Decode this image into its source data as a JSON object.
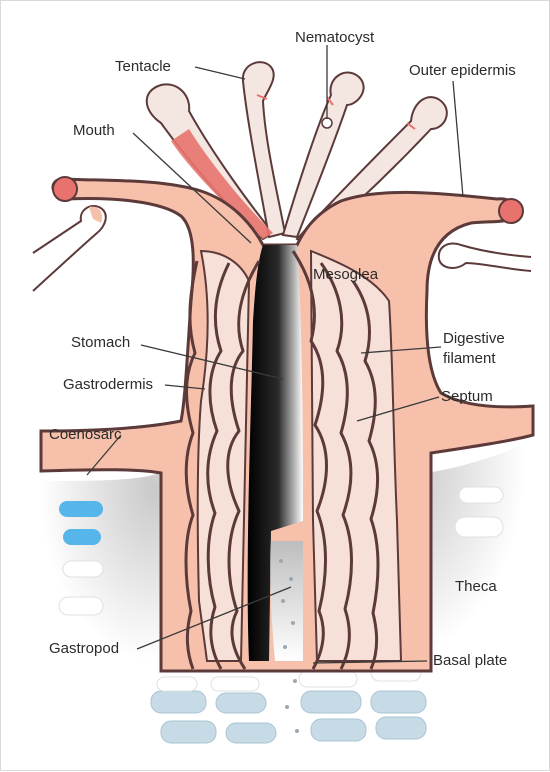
{
  "labels": {
    "tentacle": "Tentacle",
    "nematocyst": "Nematocyst",
    "outer_epidermis": "Outer epidermis",
    "mouth": "Mouth",
    "mesoglea": "Mesoglea",
    "stomach": "Stomach",
    "digestive_1": "Digestive",
    "digestive_2": "filament",
    "gastrodermis": "Gastrodermis",
    "septum": "Septum",
    "coenosarc": "Coenosarc",
    "theca": "Theca",
    "gastropod": "Gastropod",
    "basal_plate": "Basal plate"
  },
  "colors": {
    "tissue": "#f6c0ab",
    "tissue_pale": "#f6e0d8",
    "tentacle": "#f4e6e0",
    "outline": "#5c3a3a",
    "mouth_accent": "#e8736e",
    "skeleton_blue": "#c6dbe6",
    "highlight_blue": "#56b6e9",
    "cavity_dark": "#000000"
  }
}
